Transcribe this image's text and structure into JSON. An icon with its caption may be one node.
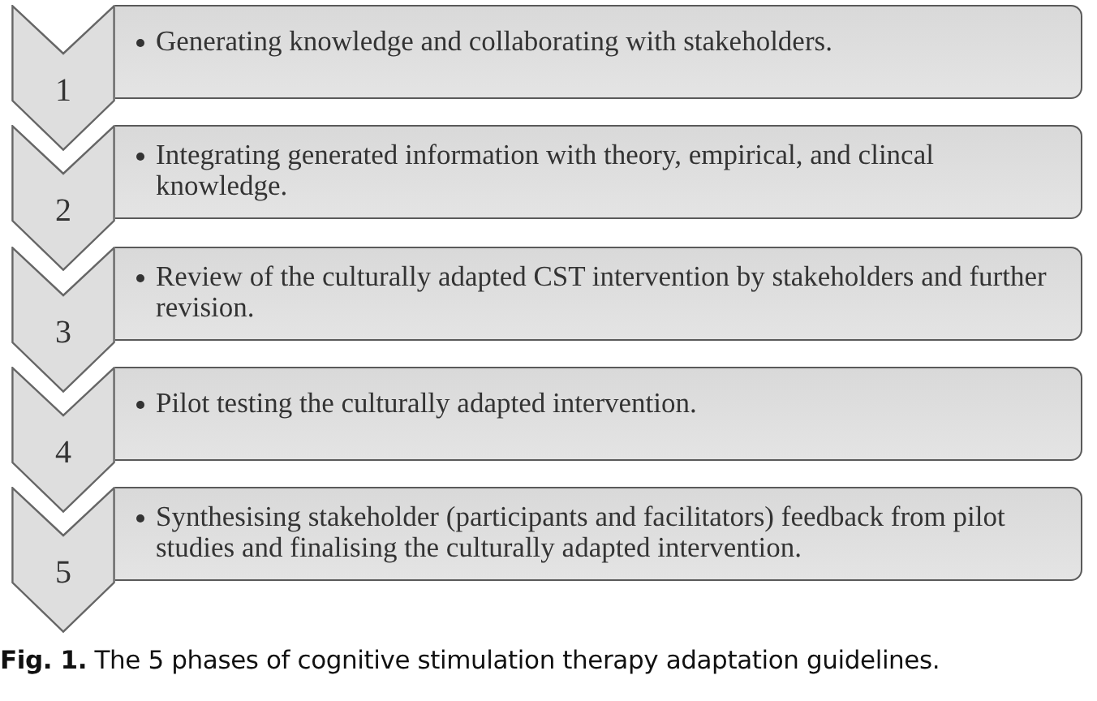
{
  "diagram": {
    "caption": "**Fig. 1.** The 5 phases of cognitive stimulation therapy adaptation guidelines.",
    "nodes": [
      {
        "text": [
          "1"
        ]
      },
      {
        "text": [
          "Generating knowledge and collaborating with stakeholders."
        ]
      },
      {
        "text": [
          "2"
        ]
      },
      {
        "text": [
          "Integrating generated information with theory, empirical, and clincal knowledge."
        ]
      },
      {
        "text": [
          "3"
        ]
      },
      {
        "text": [
          "Review of the culturally adapted CST intervention by stakeholders and further revision."
        ]
      },
      {
        "text": [
          "4"
        ]
      },
      {
        "text": [
          "Pilot testing the culturally adapted intervention."
        ]
      },
      {
        "text": [
          "5"
        ]
      },
      {
        "text": [
          "Synthesising stakeholder (participants and facilitators) feedback from pilot studies and finalising the culturally adapted intervention."
        ]
      }
    ],
    "edges": []
  }
}
